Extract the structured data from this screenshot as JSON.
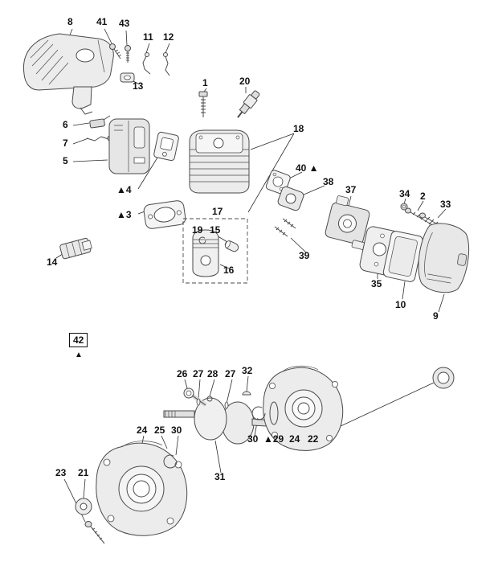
{
  "colors": {
    "background": "#ffffff",
    "line": "#4a4a4a",
    "label": "#111111"
  },
  "labels": [
    {
      "id": "8",
      "text": "8"
    },
    {
      "id": "41",
      "text": "41"
    },
    {
      "id": "43",
      "text": "43"
    },
    {
      "id": "11",
      "text": "11"
    },
    {
      "id": "12",
      "text": "12"
    },
    {
      "id": "13",
      "text": "13"
    },
    {
      "id": "1",
      "text": "1"
    },
    {
      "id": "20",
      "text": "20"
    },
    {
      "id": "6",
      "text": "6"
    },
    {
      "id": "7",
      "text": "7"
    },
    {
      "id": "5",
      "text": "5"
    },
    {
      "id": "18",
      "text": "18"
    },
    {
      "id": "40",
      "text": "40 ▲"
    },
    {
      "id": "4",
      "text": "▲4"
    },
    {
      "id": "38",
      "text": "38"
    },
    {
      "id": "37",
      "text": "37"
    },
    {
      "id": "34",
      "text": "34"
    },
    {
      "id": "2",
      "text": "2"
    },
    {
      "id": "33",
      "text": "33"
    },
    {
      "id": "3",
      "text": "▲3"
    },
    {
      "id": "17",
      "text": "17"
    },
    {
      "id": "19",
      "text": "19"
    },
    {
      "id": "15",
      "text": "15"
    },
    {
      "id": "39",
      "text": "39"
    },
    {
      "id": "16",
      "text": "16"
    },
    {
      "id": "14",
      "text": "14"
    },
    {
      "id": "35",
      "text": "35"
    },
    {
      "id": "10",
      "text": "10"
    },
    {
      "id": "9",
      "text": "9"
    },
    {
      "id": "42",
      "text": "42",
      "boxed": true
    },
    {
      "id": "42-triangle",
      "text": "▲"
    },
    {
      "id": "26",
      "text": "26"
    },
    {
      "id": "27a",
      "text": "27"
    },
    {
      "id": "28",
      "text": "28"
    },
    {
      "id": "27b",
      "text": "27"
    },
    {
      "id": "32",
      "text": "32"
    },
    {
      "id": "24a",
      "text": "24"
    },
    {
      "id": "25",
      "text": "25"
    },
    {
      "id": "30a",
      "text": "30"
    },
    {
      "id": "30b",
      "text": "30"
    },
    {
      "id": "29",
      "text": "▲29"
    },
    {
      "id": "24b",
      "text": "24"
    },
    {
      "id": "22",
      "text": "22"
    },
    {
      "id": "31",
      "text": "31"
    },
    {
      "id": "23",
      "text": "23"
    },
    {
      "id": "21",
      "text": "21"
    }
  ]
}
